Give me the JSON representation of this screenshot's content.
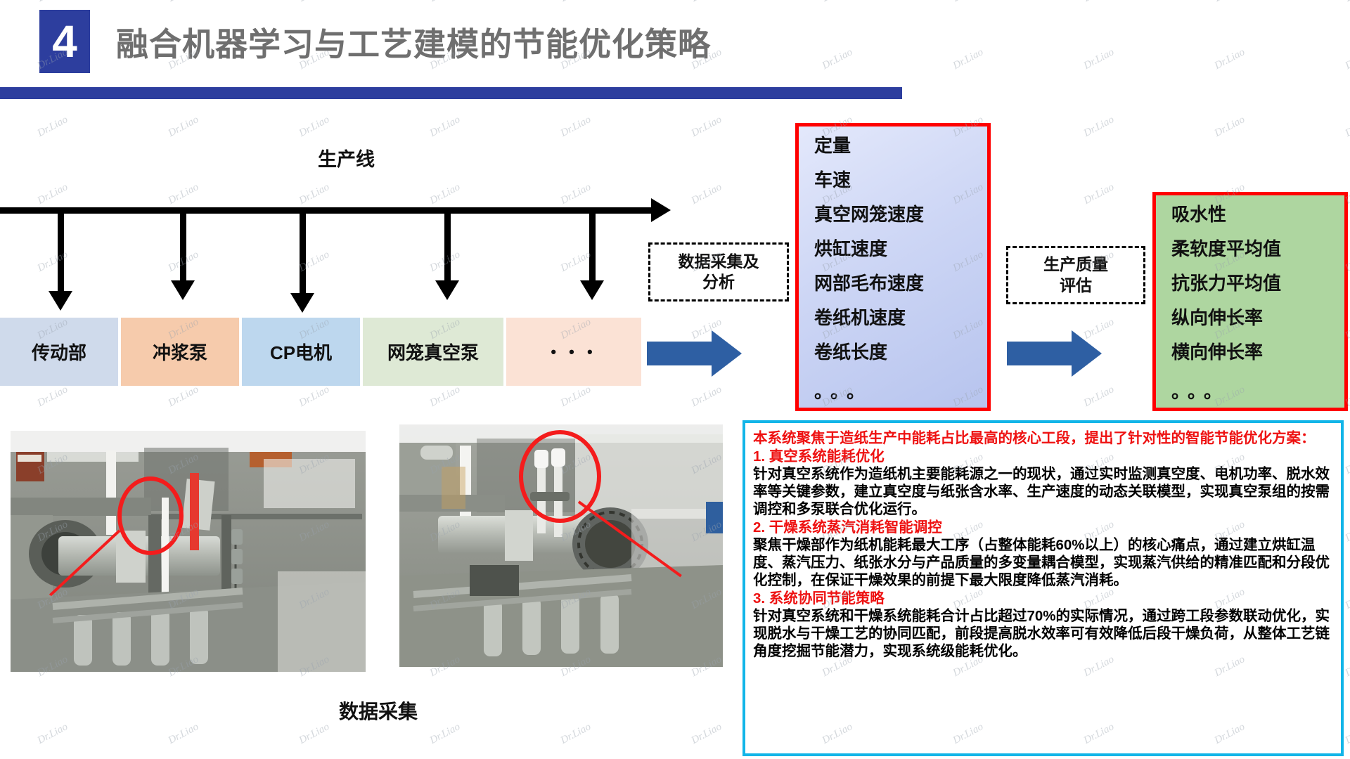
{
  "header": {
    "number": "4",
    "title": "融合机器学习与工艺建模的节能优化策略"
  },
  "production_line": {
    "label": "生产线",
    "boxes": [
      {
        "label": "传动部",
        "color": "#cfdaeb"
      },
      {
        "label": "冲浆泵",
        "color": "#f6cbac"
      },
      {
        "label": "CP电机",
        "color": "#bdd7ee"
      },
      {
        "label": "网笼真空泵",
        "color": "#dee9d5"
      },
      {
        "label": "• • •",
        "color": "#fbe2d5"
      }
    ]
  },
  "flow": {
    "step1_label": "数据采集及\n分析",
    "step1_line1": "数据采集及",
    "step1_line2": "分析",
    "step2_line1": "生产质量",
    "step2_line2": "评估"
  },
  "parameters_panel": {
    "items": [
      "定量",
      "车速",
      "真空网笼速度",
      "烘缸速度",
      "网部毛布速度",
      "卷纸机速度",
      "卷纸长度"
    ],
    "ellipsis": "。。。",
    "border_color": "#ff0000"
  },
  "quality_panel": {
    "items": [
      "吸水性",
      "柔软度平均值",
      "抗张力平均值",
      "纵向伸长率",
      "横向伸长率"
    ],
    "ellipsis": "。。。",
    "border_color": "#ff0000",
    "background": "#aed6a0"
  },
  "photos": {
    "caption": "数据采集"
  },
  "description": {
    "intro": "本系统聚焦于造纸生产中能耗占比最高的核心工段，提出了针对性的智能节能优化方案：",
    "sections": [
      {
        "heading": "1. 真空系统能耗优化",
        "body": "针对真空系统作为造纸机主要能耗源之一的现状，通过实时监测真空度、电机功率、脱水效率等关键参数，建立真空度与纸张含水率、生产速度的动态关联模型，实现真空泵组的按需调控和多泵联合优化运行。"
      },
      {
        "heading": "2. 干燥系统蒸汽消耗智能调控",
        "body": "聚焦干燥部作为纸机能耗最大工序（占整体能耗60%以上）的核心痛点，通过建立烘缸温度、蒸汽压力、纸张水分与产品质量的多变量耦合模型，实现蒸汽供给的精准匹配和分段优化控制，在保证干燥效果的前提下最大限度降低蒸汽消耗。"
      },
      {
        "heading": "3. 系统协同节能策略",
        "body": "针对真空系统和干燥系统能耗合计占比超过70%的实际情况，通过跨工段参数联动优化，实现脱水与干燥工艺的协同匹配，前段提高脱水效率可有效降低后段干燥负荷，从整体工艺链角度挖掘节能潜力，实现系统级能耗优化。"
      }
    ],
    "border_color": "#12b5e8"
  },
  "watermark": {
    "text": "Dr.Liao"
  }
}
